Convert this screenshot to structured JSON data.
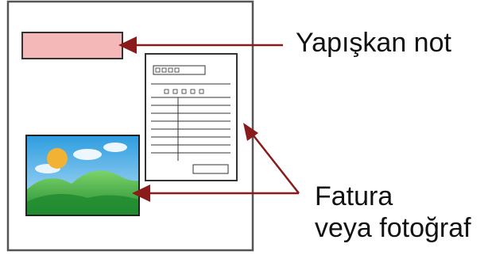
{
  "labels": {
    "sticky_note": "Yapışkan not",
    "invoice_line1": "Fatura",
    "invoice_line2": "veya fotoğraf"
  },
  "colors": {
    "arrow": "#8b1a1a",
    "page_border": "#555555",
    "sticky_note_fill": "#f4b8b8",
    "sticky_note_border": "#333333",
    "photo_sky": "#4ab3e8",
    "photo_grass": "#2fa33a",
    "photo_sun": "#f2b233",
    "doc_border": "#333333"
  },
  "icons": {
    "sticky": "sticky-note-icon",
    "invoice": "invoice-document-icon",
    "photo": "photo-landscape-icon"
  }
}
